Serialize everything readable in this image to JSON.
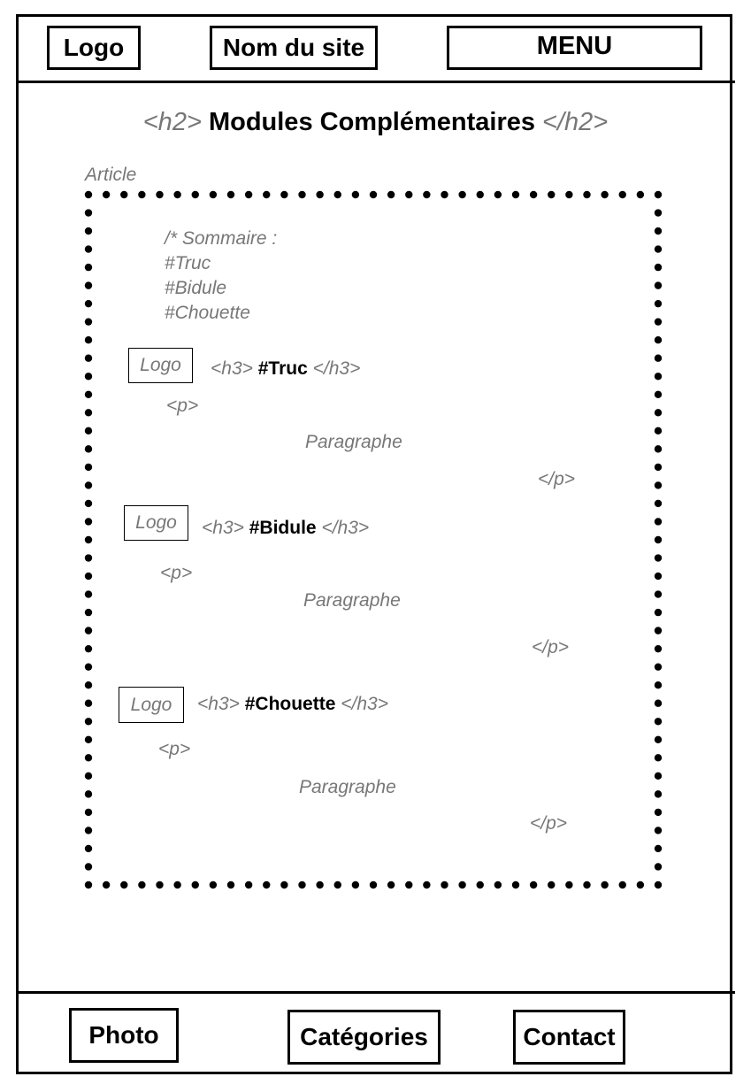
{
  "header": {
    "logo_label": "Logo",
    "site_name": "Nom du site",
    "menu_label": "MENU"
  },
  "title": {
    "open_tag": "<h2>",
    "text": "Modules Complémentaires",
    "close_tag": "</h2>"
  },
  "article": {
    "label": "Article",
    "summary": [
      "/* Sommaire :",
      "#Truc",
      "#Bidule",
      "#Chouette"
    ],
    "sections": [
      {
        "logo": "Logo",
        "open_h3": "<h3>",
        "name": "#Truc",
        "close_h3": "</h3>",
        "open_p": "<p>",
        "paragraph": "Paragraphe",
        "close_p": "</p>"
      },
      {
        "logo": "Logo",
        "open_h3": "<h3>",
        "name": "#Bidule",
        "close_h3": "</h3>",
        "open_p": "<p>",
        "paragraph": "Paragraphe",
        "close_p": "</p>"
      },
      {
        "logo": "Logo",
        "open_h3": "<h3>",
        "name": "#Chouette",
        "close_h3": "</h3>",
        "open_p": "<p>",
        "paragraph": "Paragraphe",
        "close_p": "</p>"
      }
    ]
  },
  "footer": {
    "photo_label": "Photo",
    "categories_label": "Catégories",
    "contact_label": "Contact"
  }
}
